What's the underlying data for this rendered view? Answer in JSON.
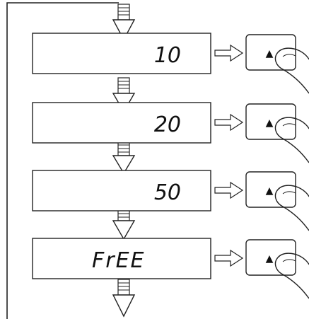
{
  "displays": [
    {
      "value": "10"
    },
    {
      "value": "20"
    },
    {
      "value": "50"
    },
    {
      "value": "FrEE"
    }
  ],
  "key": {
    "symbol": "▲",
    "icon": "up-arrow-key-icon"
  },
  "colors": {
    "line": "#222222",
    "background": "#ffffff"
  }
}
